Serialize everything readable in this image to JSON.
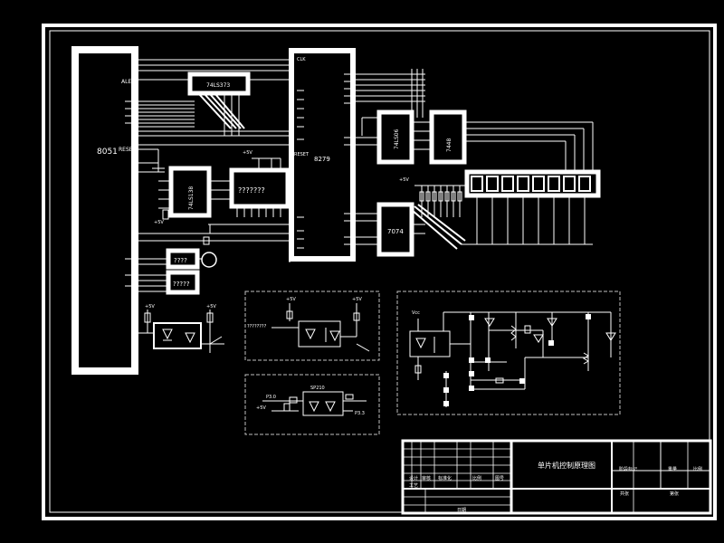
{
  "colors": {
    "background": "#000000",
    "line": "#ffffff",
    "thin_line": "#e6e6e6",
    "dashed": "#bfbfbf",
    "text": "#ffffff"
  },
  "labels": {
    "mcu": "8051",
    "ale": "ALE",
    "reset": "RESET",
    "latch": "74LS373",
    "decoder": "74LS138",
    "kb_controller": "8279",
    "clk": "CLK",
    "kb_reset": "RESET",
    "driver": "74LS06",
    "bcd_decoder": "7448",
    "driver2": "7074",
    "vcc_top": "+5V",
    "vcc_mid": "+5V",
    "vcc_left": "+5V",
    "vcc_opto1": "+5V",
    "vcc_opto2": "+5V",
    "vcc_right": "+5V",
    "vcc_bottom_left": "+5V",
    "ic_middle": "???????",
    "ic_small": "????",
    "ic_small2": "?????",
    "opto_ic": "SP210",
    "port_a": "P3.0",
    "port_b": "P3.3",
    "subbox_label": "????????",
    "drive": "Vcc",
    "title_block": {
      "title": "单片机控制原理图",
      "cell_1": "设计",
      "cell_2": "审核",
      "cell_3": "工艺",
      "cell_4": "比例",
      "cell_5": "图号",
      "cell_6": "标准化",
      "cell_7": "共张",
      "cell_8": "第张",
      "cell_9": "阶段标记",
      "cell_10": "重量",
      "cell_11": "比例",
      "cell_12": "日期"
    }
  }
}
